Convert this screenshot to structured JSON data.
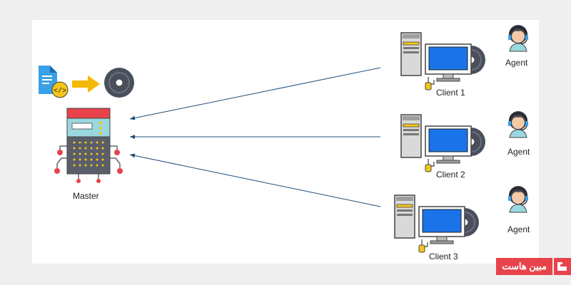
{
  "diagram": {
    "master_label": "Master",
    "clients": [
      {
        "label": "Client 1",
        "agent": "Agent"
      },
      {
        "label": "Client 2",
        "agent": "Agent"
      },
      {
        "label": "Client 3",
        "agent": "Agent"
      }
    ]
  },
  "brand": {
    "text": "مبین هاست"
  },
  "colors": {
    "arrow": "#1f4e79",
    "monitor_screen": "#1a73e8",
    "server_red": "#e8434b",
    "server_teal": "#9ad8e0",
    "tower": "#d9d9d9",
    "disc": "#4a4f5c",
    "document": "#3aa0e6",
    "code_badge": "#f5c518",
    "transfer_arrow": "#f5b800"
  },
  "icons": [
    "document-code-icon",
    "transfer-arrow-icon",
    "disc-icon",
    "server-icon",
    "client-computer-icon",
    "agent-headset-icon"
  ]
}
